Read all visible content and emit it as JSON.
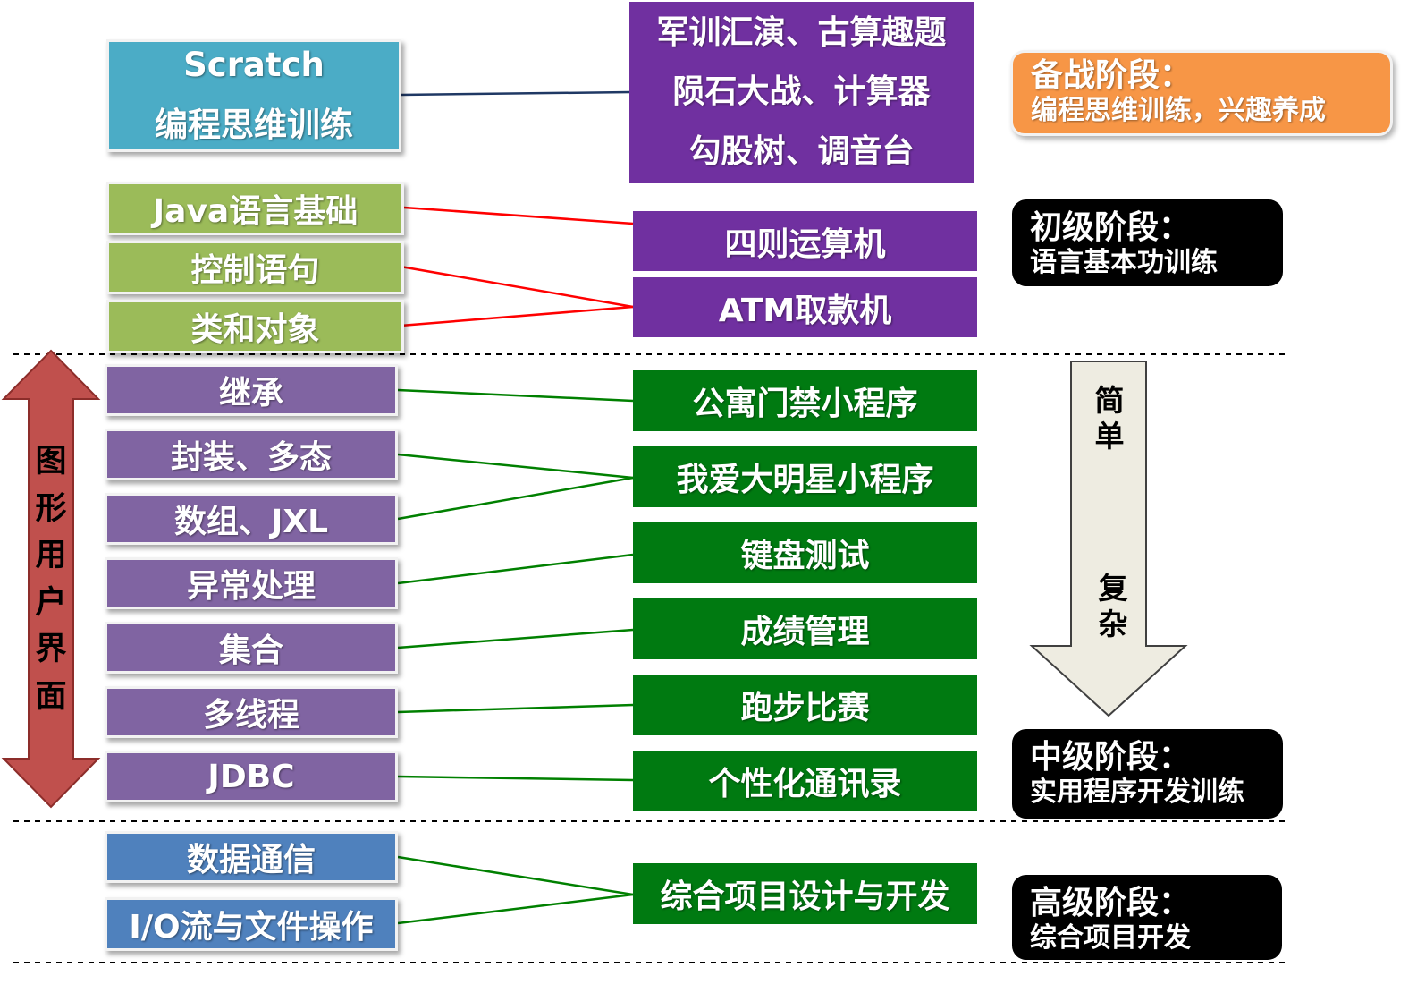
{
  "topics": {
    "scratch": [
      "Scratch",
      "编程思维训练"
    ],
    "java_basics": "Java语言基础",
    "control": "控制语句",
    "classes": "类和对象",
    "inheritance": "继承",
    "encapsulation": "封装、多态",
    "arrays": "数组、JXL",
    "exceptions": "异常处理",
    "collections": "集合",
    "threads": "多线程",
    "jdbc": "JDBC",
    "datacomm": "数据通信",
    "io": "I/O流与文件操作"
  },
  "projects": {
    "scratch_projects": [
      "军训汇演、古算趣题",
      "陨石大战、计算器",
      "勾股树、调音台"
    ],
    "calculator": "四则运算机",
    "atm": "ATM取款机",
    "door": "公寓门禁小程序",
    "star": "我爱大明星小程序",
    "keyboard": "键盘测试",
    "grades": "成绩管理",
    "race": "跑步比赛",
    "contacts": "个性化通讯录",
    "comprehensive": "综合项目设计与开发"
  },
  "stages": {
    "prep": {
      "title": "备战阶段：",
      "subtitle": "编程思维训练，兴趣养成"
    },
    "beginner": {
      "title": "初级阶段：",
      "subtitle": "语言基本功训练"
    },
    "intermediate": {
      "title": "中级阶段：",
      "subtitle": "实用程序开发训练"
    },
    "advanced": {
      "title": "高级阶段：",
      "subtitle": "综合项目开发"
    }
  },
  "gui_arrow": {
    "label": [
      "图",
      "形",
      "用",
      "户",
      "界",
      "面"
    ]
  },
  "difficulty_arrow": {
    "top": [
      "简",
      "单"
    ],
    "bottom": [
      "复",
      "杂"
    ]
  },
  "colors": {
    "scratch": "#4bacc6",
    "java_green": "#9bbb59",
    "java_purple": "#8064a2",
    "io_blue": "#4f81bd",
    "project_purple": "#7030a0",
    "project_green": "#007a11",
    "stage_orange": "#f79646",
    "stage_black": "#000000",
    "gui_arrow": "#c0504d",
    "difficulty_arrow": "#eeece1"
  }
}
